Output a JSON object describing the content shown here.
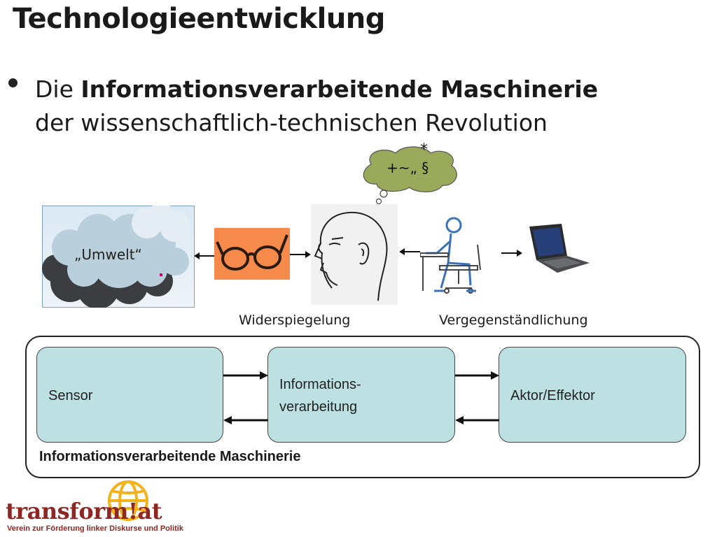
{
  "slide": {
    "title": "Technologieentwicklung",
    "bullet": {
      "prefix": "Die ",
      "bold": "Informationsverarbeitende Maschinerie",
      "line2": "der wissenschaftlich-technischen Revolution"
    }
  },
  "diagram": {
    "thought_bubble": "+~„ §",
    "thought_star": "*",
    "umwelt_label": "„Umwelt“",
    "caption_left": "Widerspiegelung",
    "caption_right": "Vergegenständlichung",
    "boxes": {
      "sensor": "Sensor",
      "processing_line1": "Informations-",
      "processing_line2": "verarbeitung",
      "actuator": "Aktor/Effektor"
    },
    "group_label": "Informationsverarbeitende Maschinerie"
  },
  "logo": {
    "name": "transform!at",
    "tagline": "Verein zur Förderung linker Diskurse und Politik"
  },
  "colors": {
    "box_fill": "#bde0e3",
    "bubble_fill": "#9aa95a",
    "glasses_bg": "#f58a4b",
    "logo_red": "#8e2723",
    "logo_yellow": "#f2b21b"
  }
}
